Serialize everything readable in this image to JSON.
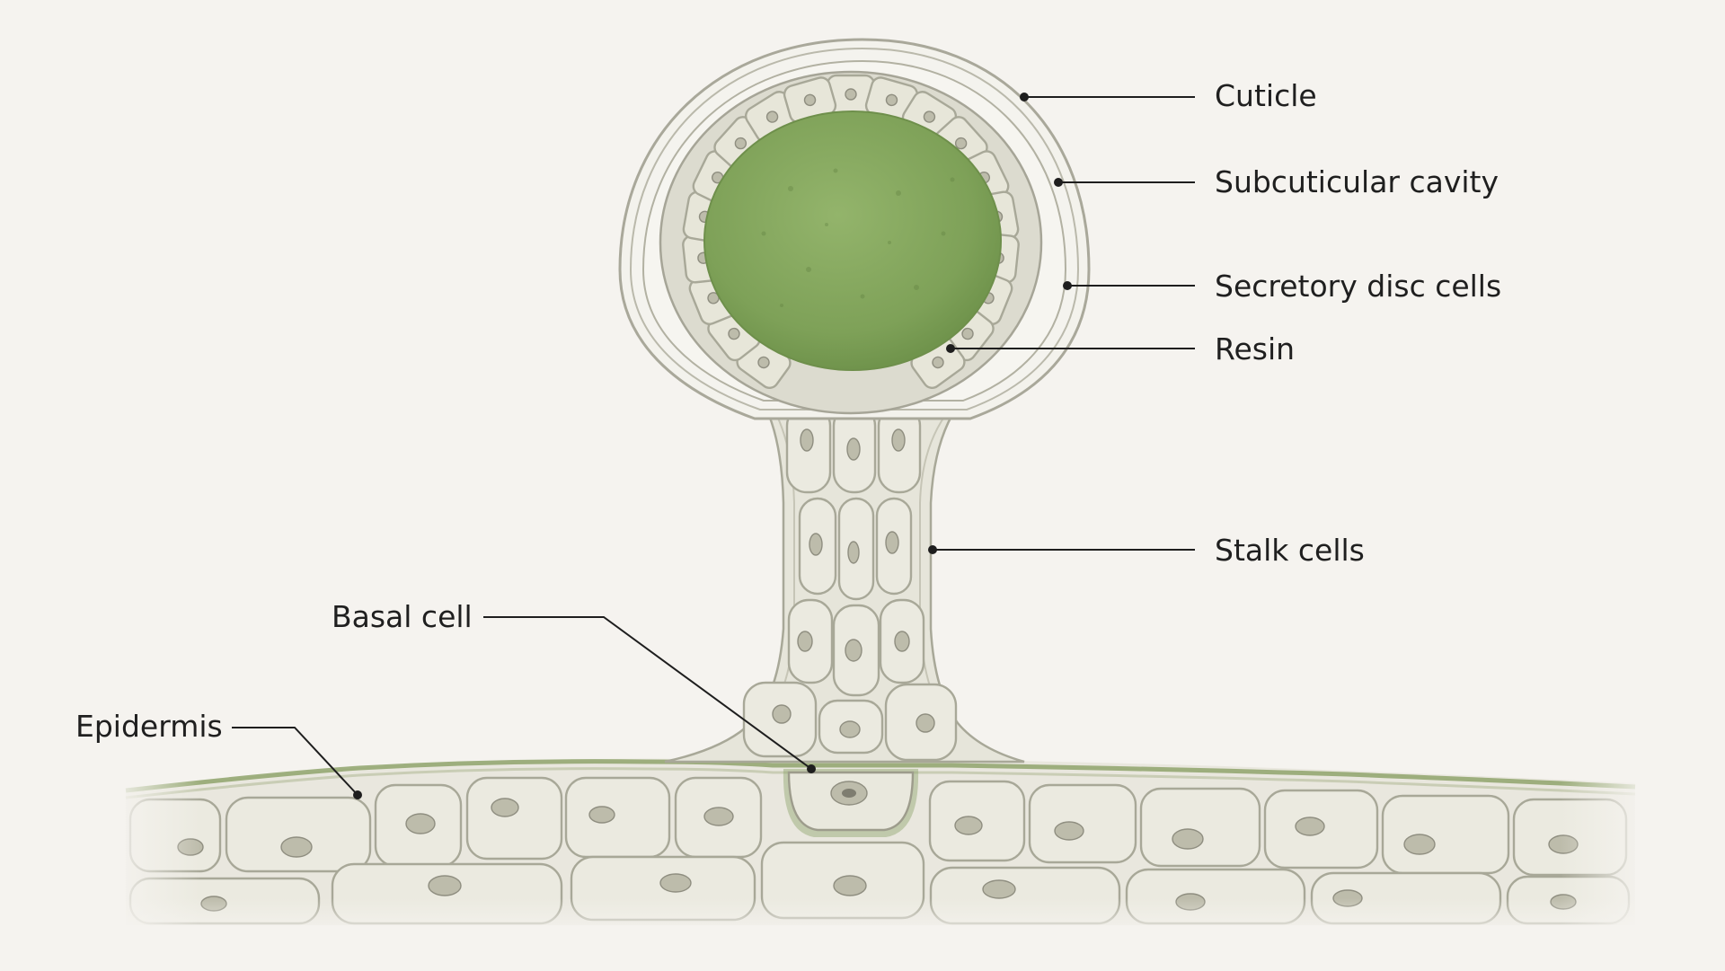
{
  "diagram": {
    "labels": {
      "cuticle": "Cuticle",
      "subcuticular_cavity": "Subcuticular cavity",
      "secretory_disc_cells": "Secretory disc cells",
      "resin": "Resin",
      "stalk_cells": "Stalk cells",
      "basal_cell": "Basal cell",
      "epidermis": "Epidermis"
    }
  },
  "colors": {
    "background": "#f5f3ef",
    "resin_green": "#7ea158",
    "cell_fill": "#ebeae0",
    "cell_wall": "#a8a898",
    "epidermis_green": "#8fa36c",
    "leader_line": "#1e1e1e"
  }
}
